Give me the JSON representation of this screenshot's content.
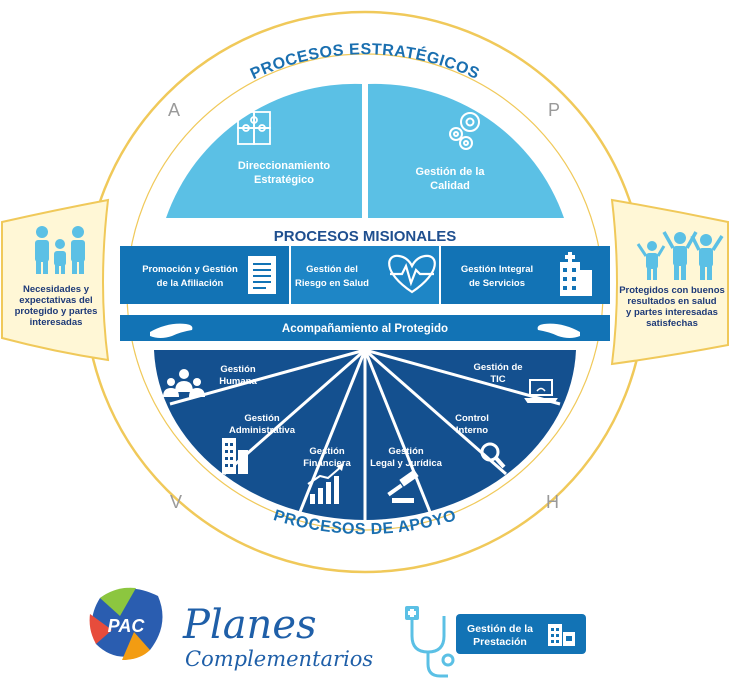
{
  "strategic": {
    "title": "PROCESOS ESTRATÉGICOS",
    "left_line1": "Direccionamiento",
    "left_line2": "Estratégico",
    "right_line1": "Gestión de la",
    "right_line2": "Calidad"
  },
  "missional": {
    "title": "PROCESOS MISIONALES",
    "left_line1": "Promoción y Gestión",
    "left_line2": "de la Afiliación",
    "center_line1": "Gestión del",
    "center_line2": "Riesgo en Salud",
    "right_line1": "Gestión Integral",
    "right_line2": "de Servicios"
  },
  "accompaniment": "Acompañamiento al Protegido",
  "support": {
    "title": "PROCESOS DE APOYO",
    "humana_1": "Gestión",
    "humana_2": "Humana",
    "admin_1": "Gestión",
    "admin_2": "Administrativa",
    "fin_1": "Gestión",
    "fin_2": "Financiera",
    "legal_1": "Gestión",
    "legal_2": "Legal y Jurídica",
    "control_1": "Control",
    "control_2": "Interno",
    "tic_1": "Gestión de",
    "tic_2": "TIC"
  },
  "pdca": {
    "a": "A",
    "p": "P",
    "v": "V",
    "h": "H"
  },
  "left_input": {
    "line1": "Necesidades y",
    "line2": "expectativas del",
    "line3": "protegido y partes",
    "line4": "interesadas"
  },
  "right_output": {
    "line1": "Protegidos con buenos",
    "line2": "resultados en salud",
    "line3": "y partes interesadas",
    "line4": "satisfechas"
  },
  "logo": {
    "badge": "PAC",
    "word1": "Planes",
    "word2": "Complementarios"
  },
  "prestacion": {
    "line1": "Gestión de la",
    "line2": "Prestación"
  },
  "colors": {
    "light_blue": "#5bc0e5",
    "mid_blue": "#1273b5",
    "dark_blue": "#14508f",
    "circle_line": "#f0c95a",
    "side_panel": "#fff7d6"
  }
}
